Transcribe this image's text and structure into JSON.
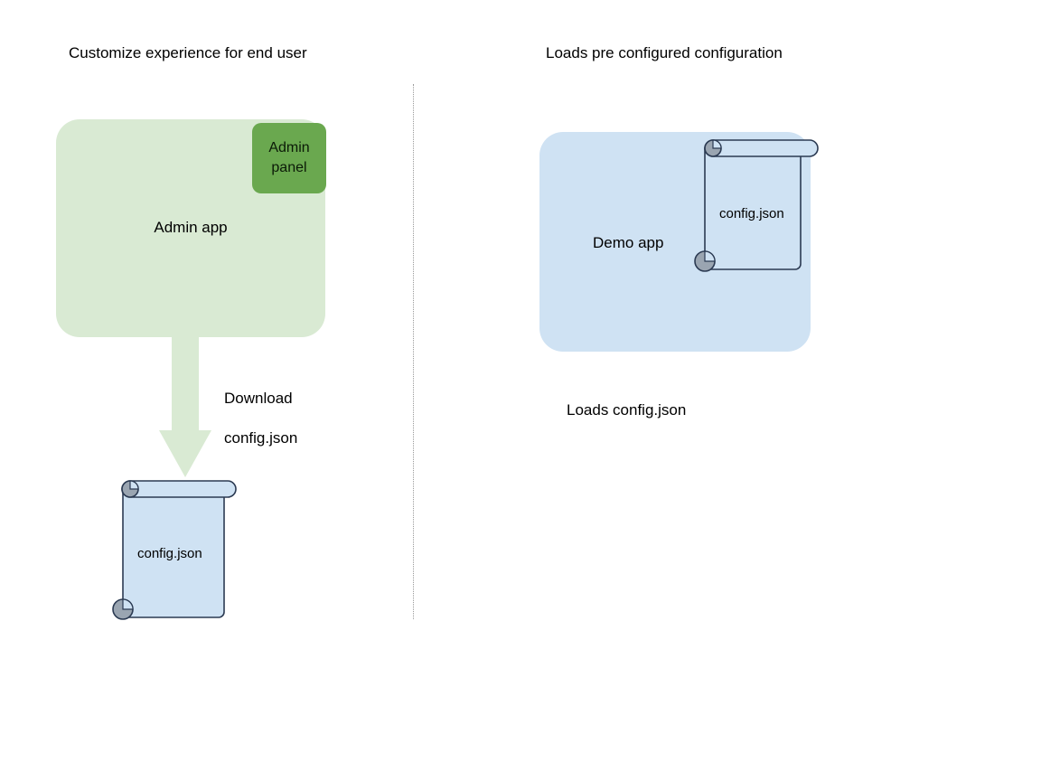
{
  "diagram": {
    "title_left": "Customize experience for end user",
    "title_right": "Loads pre configured configuration",
    "colors": {
      "admin_app_fill": "#d9ead3",
      "admin_panel_fill": "#6aa84f",
      "demo_app_fill": "#cfe2f3",
      "document_fill": "#cfe2f3",
      "document_stroke": "#2b3a52",
      "document_roll_fill": "#9aa5b1",
      "arrow_fill": "#d9ead3",
      "divider_stroke": "#9a9a9a",
      "text": "#000000"
    },
    "left_flow": {
      "app_label": "Admin app",
      "panel_label": "Admin\npanel",
      "panel_label_line1": "Admin",
      "panel_label_line2": "panel",
      "arrow_label": "Download\nconfig.json",
      "arrow_label_line1": "Download",
      "arrow_label_line2": "config.json",
      "document_label": "config.json",
      "arrow_direction": "down"
    },
    "right_flow": {
      "app_label": "Demo app",
      "document_label": "config.json",
      "caption": "Loads config.json"
    },
    "divider": {
      "style": "dotted",
      "orientation": "vertical"
    }
  }
}
